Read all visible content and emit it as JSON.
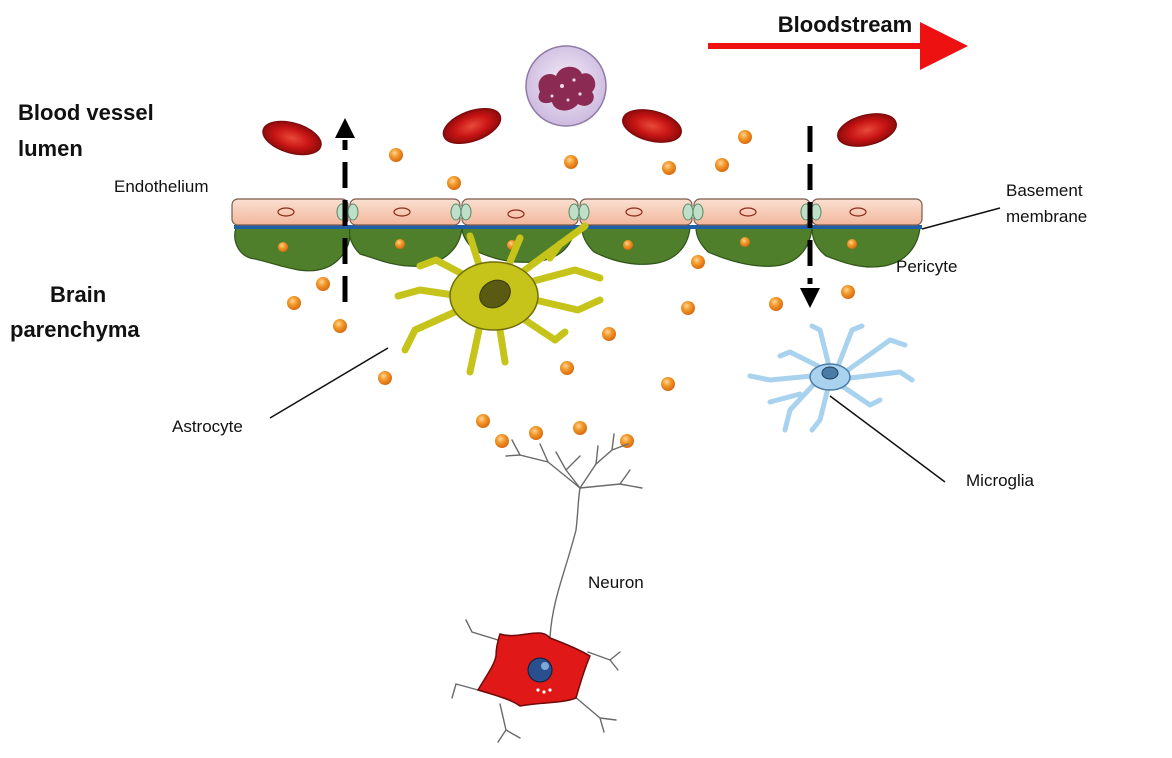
{
  "diagram": {
    "labels": {
      "bloodstream": "Bloodstream",
      "lumen_line1": "Blood vessel",
      "lumen_line2": "lumen",
      "parenchyma_line1": "Brain",
      "parenchyma_line2": "parenchyma",
      "endothelium": "Endothelium",
      "basement_line1": "Basement",
      "basement_line2": "membrane",
      "pericyte": "Pericyte",
      "astrocyte": "Astrocyte",
      "microglia": "Microglia",
      "neuron": "Neuron"
    },
    "colors": {
      "bloodstream_arrow": "#ee1111",
      "red_blood_cell": "#cc1111",
      "endothelium": "#f6c3aa",
      "basement_membrane": "#1f5fa8",
      "pericyte": "#4f7f2a",
      "tight_junction": "#bfe0c8",
      "particle": "#f08a1c",
      "astrocyte": "#c6c41a",
      "microglia": "#a8d2ee",
      "neuron_soma": "#e11818",
      "leukocyte": "#e7dcf0"
    },
    "icons": [
      "red-blood-cell-icon",
      "leukocyte-icon",
      "astrocyte-icon",
      "microglia-icon",
      "neuron-icon",
      "pericyte-icon"
    ]
  }
}
